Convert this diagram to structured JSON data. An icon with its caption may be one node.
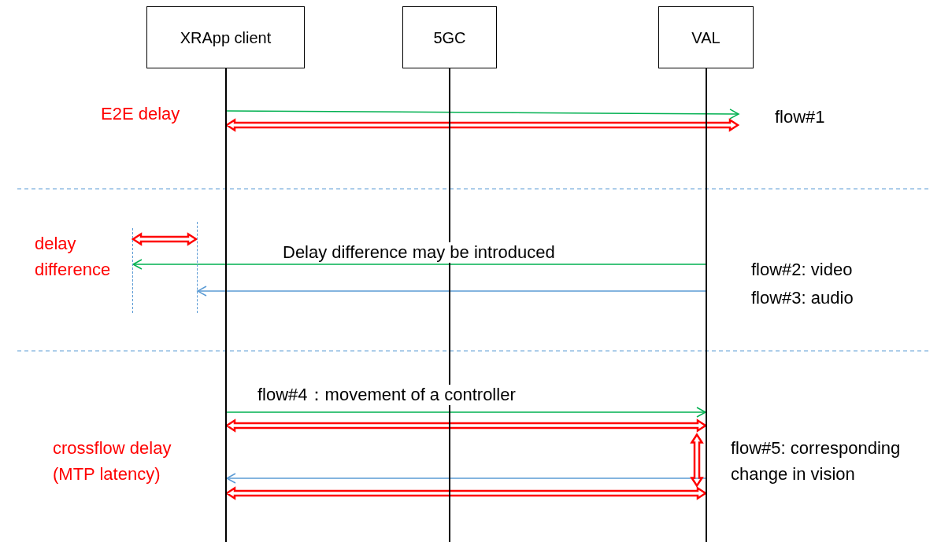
{
  "diagram": {
    "nodes": [
      {
        "text": [
          "XRApp client"
        ]
      },
      {
        "text": [
          "5GC"
        ]
      },
      {
        "text": [
          "VAL"
        ]
      },
      {
        "text": [],
        "shape": "line"
      },
      {
        "text": [],
        "shape": "line"
      },
      {
        "text": [],
        "shape": "line"
      },
      {
        "text": [],
        "shape": "dashed-line"
      },
      {
        "text": [],
        "shape": "dashed-line"
      },
      {
        "text": [],
        "shape": "double-arrow"
      }
    ],
    "edges": [
      {
        "from": 3,
        "to": null,
        "arrow": "to"
      },
      {
        "from": 5,
        "to": 6,
        "arrow": "to",
        "label": "Delay difference may be introduced"
      },
      {
        "from": 5,
        "to": 7,
        "arrow": "to",
        "color": "#5b9bd5"
      },
      {
        "from": 3,
        "to": 5,
        "arrow": "to",
        "label": "flow#4：movement of a controller"
      },
      {
        "from": 5,
        "to": 3,
        "arrow": "to",
        "color": "#5b9bd5"
      },
      {
        "from": 3,
        "to": null,
        "arrow": "both",
        "style": "thick",
        "color": "#ff0000"
      },
      {
        "from": 6,
        "to": 7,
        "arrow": "both",
        "style": "thick",
        "color": "#ff0000"
      },
      {
        "from": 3,
        "to": 5,
        "arrow": "both",
        "style": "thick",
        "color": "#ff0000"
      },
      {
        "from": 3,
        "to": 5,
        "arrow": "both",
        "style": "thick",
        "color": "#ff0000"
      }
    ],
    "labels": [
      "E2E delay",
      "flow#1",
      "delay difference",
      "flow#2: video",
      "flow#3: audio",
      "crossflow delay (MTP latency)",
      "flow#5: corresponding change in vision"
    ]
  }
}
